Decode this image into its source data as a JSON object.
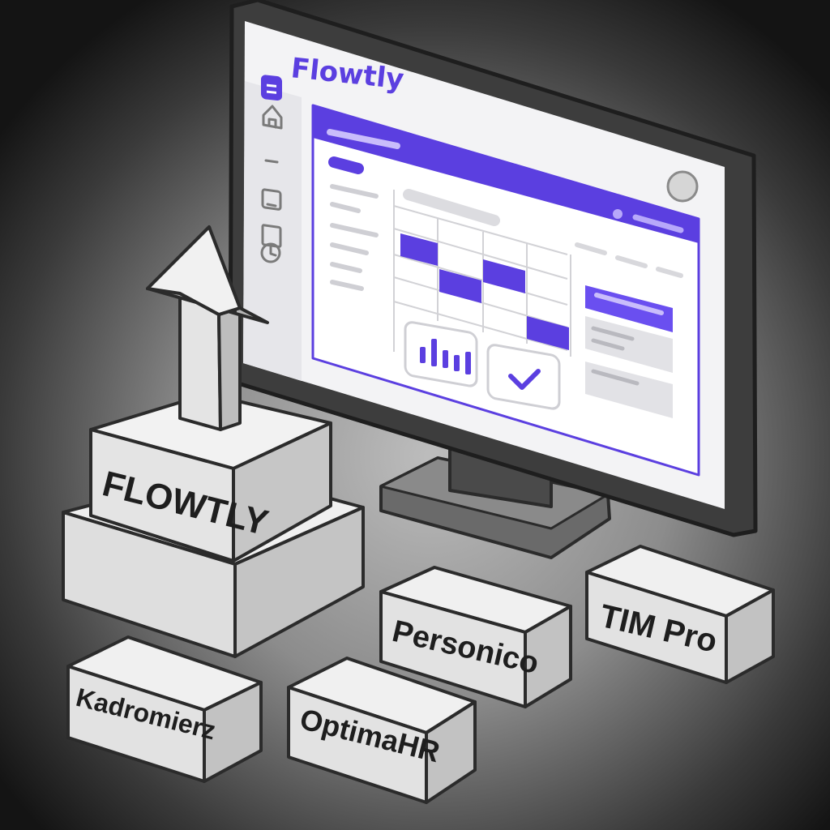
{
  "app": {
    "name": "Flowtly",
    "accent": "#5b3fe0",
    "accent_light": "#7c63ee"
  },
  "sidebar": {
    "icons": [
      "home-icon",
      "calendar-icon",
      "document-icon",
      "clock-icon"
    ]
  },
  "header": {
    "avatar": "avatar"
  },
  "widgets": {
    "chart": "bar-chart-icon",
    "approve": "check-icon"
  },
  "pedestal": {
    "label": "FLOWTLY"
  },
  "competitors": [
    {
      "label": "Personico"
    },
    {
      "label": "TIM Pro"
    },
    {
      "label": "Kadromierz"
    },
    {
      "label": "OptimaHR"
    }
  ],
  "colors": {
    "box_face": "#e4e4e4",
    "box_top": "#f2f2f2",
    "box_side": "#c2c2c2",
    "outline": "#2b2b2b",
    "monitor_bezel": "#3d3d3d"
  }
}
